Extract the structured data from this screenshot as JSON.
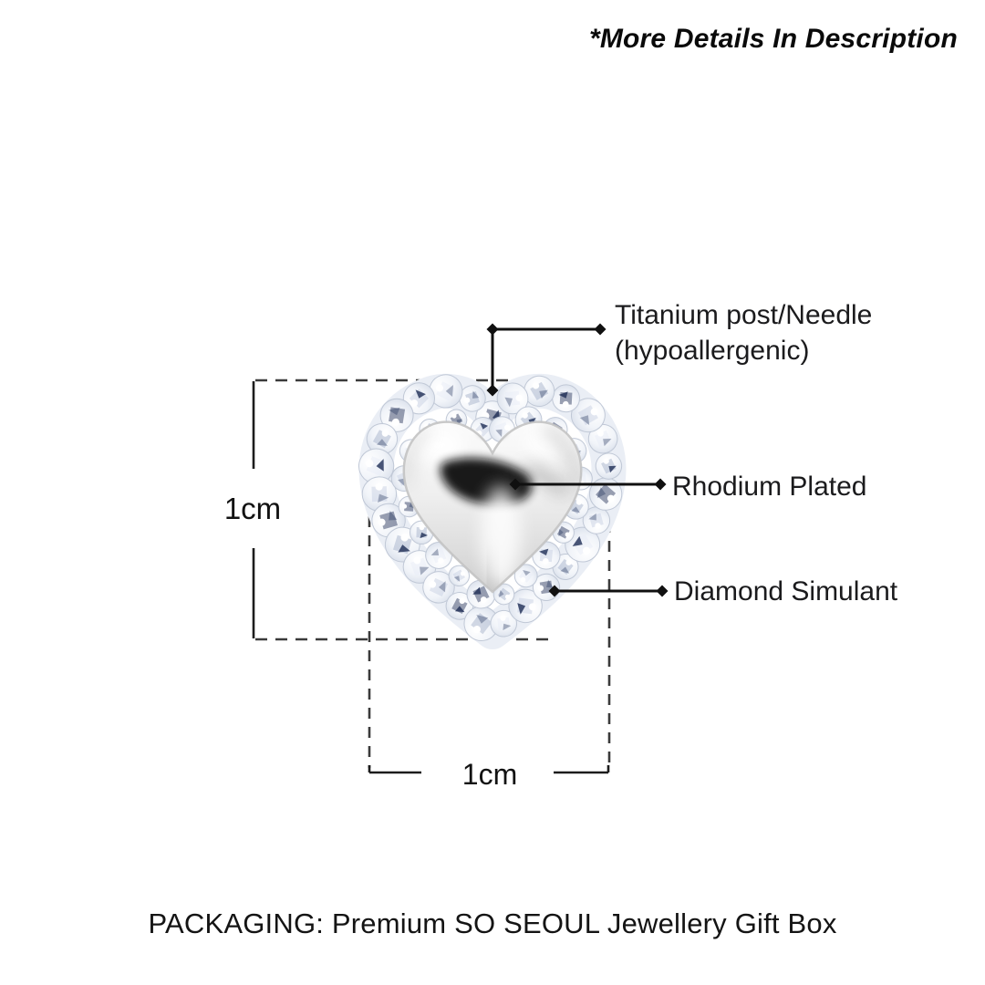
{
  "note": "*More Details In Description",
  "annotations": {
    "titanium_line1": "Titanium post/Needle",
    "titanium_line2": "(hypoallergenic)",
    "rhodium": "Rhodium Plated",
    "diamond_simulant": "Diamond Simulant"
  },
  "dimensions": {
    "height": "1cm",
    "width": "1cm"
  },
  "packaging": "PACKAGING: Premium SO SEOUL Jewellery Gift Box",
  "icons": {
    "marker": "diamond-marker"
  },
  "colors": {
    "background": "#ffffff",
    "text": "#18181a",
    "leader_line": "#101010",
    "dash_line": "#3b3b3b",
    "crystal_accent": "#1e2d55",
    "silver_shadow": "#0a0a0a"
  }
}
